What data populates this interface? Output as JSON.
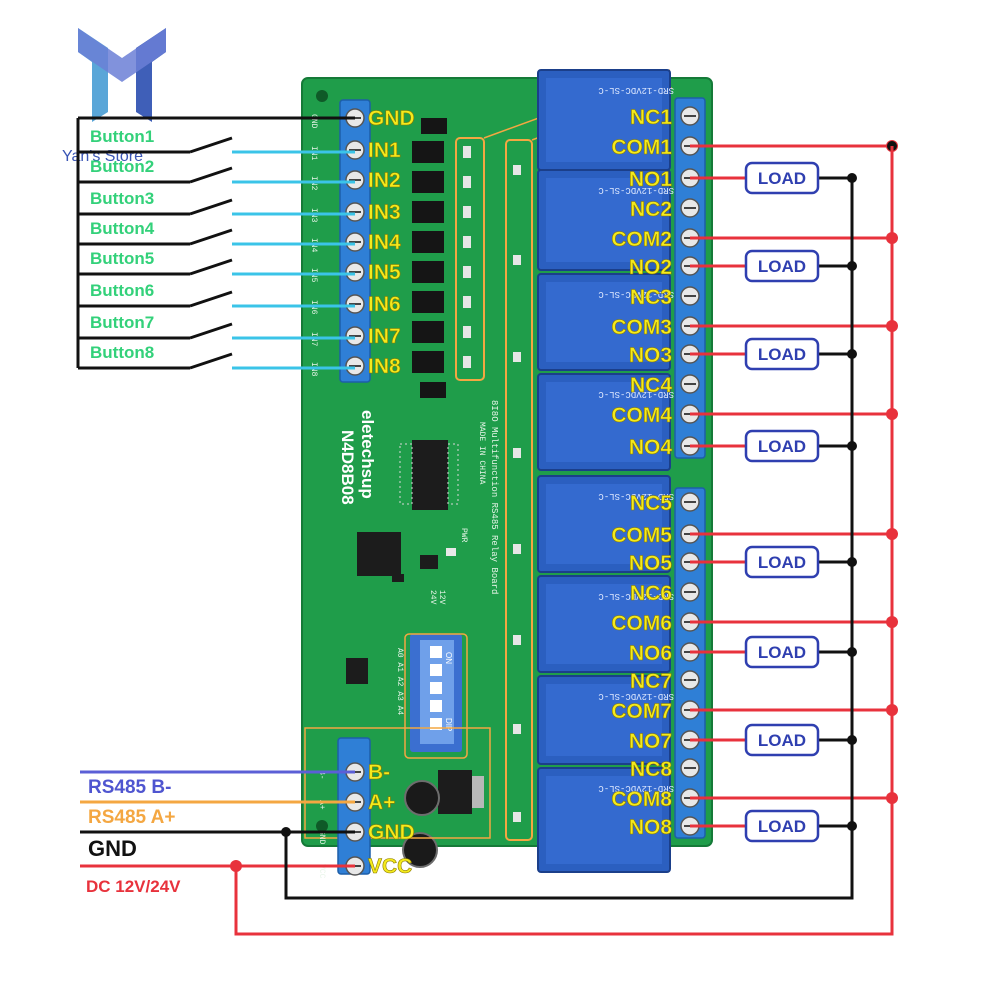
{
  "logo": {
    "text": "Yan's Store"
  },
  "board": {
    "model": "N4D8B08",
    "brand": "eletechsup",
    "desc1": "8I8O Multifunction RS485 Relay Board",
    "desc2": "MADE IN CHINA",
    "dip_on": "ON",
    "dip_dip": "DIP",
    "dip_addr": "A0 A1 A2 A3 A4",
    "pwr_label": "PWR",
    "v12": "12V",
    "v24": "24V",
    "relay_text": "SRD-12VDC-SL-C"
  },
  "input_terminals": [
    "GND",
    "IN1",
    "IN2",
    "IN3",
    "IN4",
    "IN5",
    "IN6",
    "IN7",
    "IN8"
  ],
  "buttons": [
    "Button1",
    "Button2",
    "Button3",
    "Button4",
    "Button5",
    "Button6",
    "Button7",
    "Button8"
  ],
  "power_terminals": [
    "B-",
    "A+",
    "GND",
    "VCC"
  ],
  "power_wires": {
    "rs485_b": "RS485 B-",
    "rs485_a": "RS485 A+",
    "gnd": "GND",
    "dc": "DC 12V/24V"
  },
  "relay_terminals": [
    "NC1",
    "COM1",
    "NO1",
    "NC2",
    "COM2",
    "NO2",
    "NC3",
    "COM3",
    "NO3",
    "NC4",
    "COM4",
    "NO4",
    "NC5",
    "COM5",
    "NO5",
    "NC6",
    "COM6",
    "NO6",
    "NC7",
    "COM7",
    "NO7",
    "NC8",
    "COM8",
    "NO8"
  ],
  "load_label": "LOAD",
  "colors": {
    "pcb": "#1f9d4a",
    "terminal": "#2f7fd6",
    "relay": "#2b5fc0",
    "label_yellow": "#f4ea1c",
    "wire_red": "#e8323c",
    "wire_black": "#111111",
    "wire_blue": "#5b5fd6",
    "wire_orange": "#f4a742",
    "wire_cyan": "#3bc4e8",
    "button_green": "#33d17a",
    "load_blue": "#2f3fb0"
  }
}
